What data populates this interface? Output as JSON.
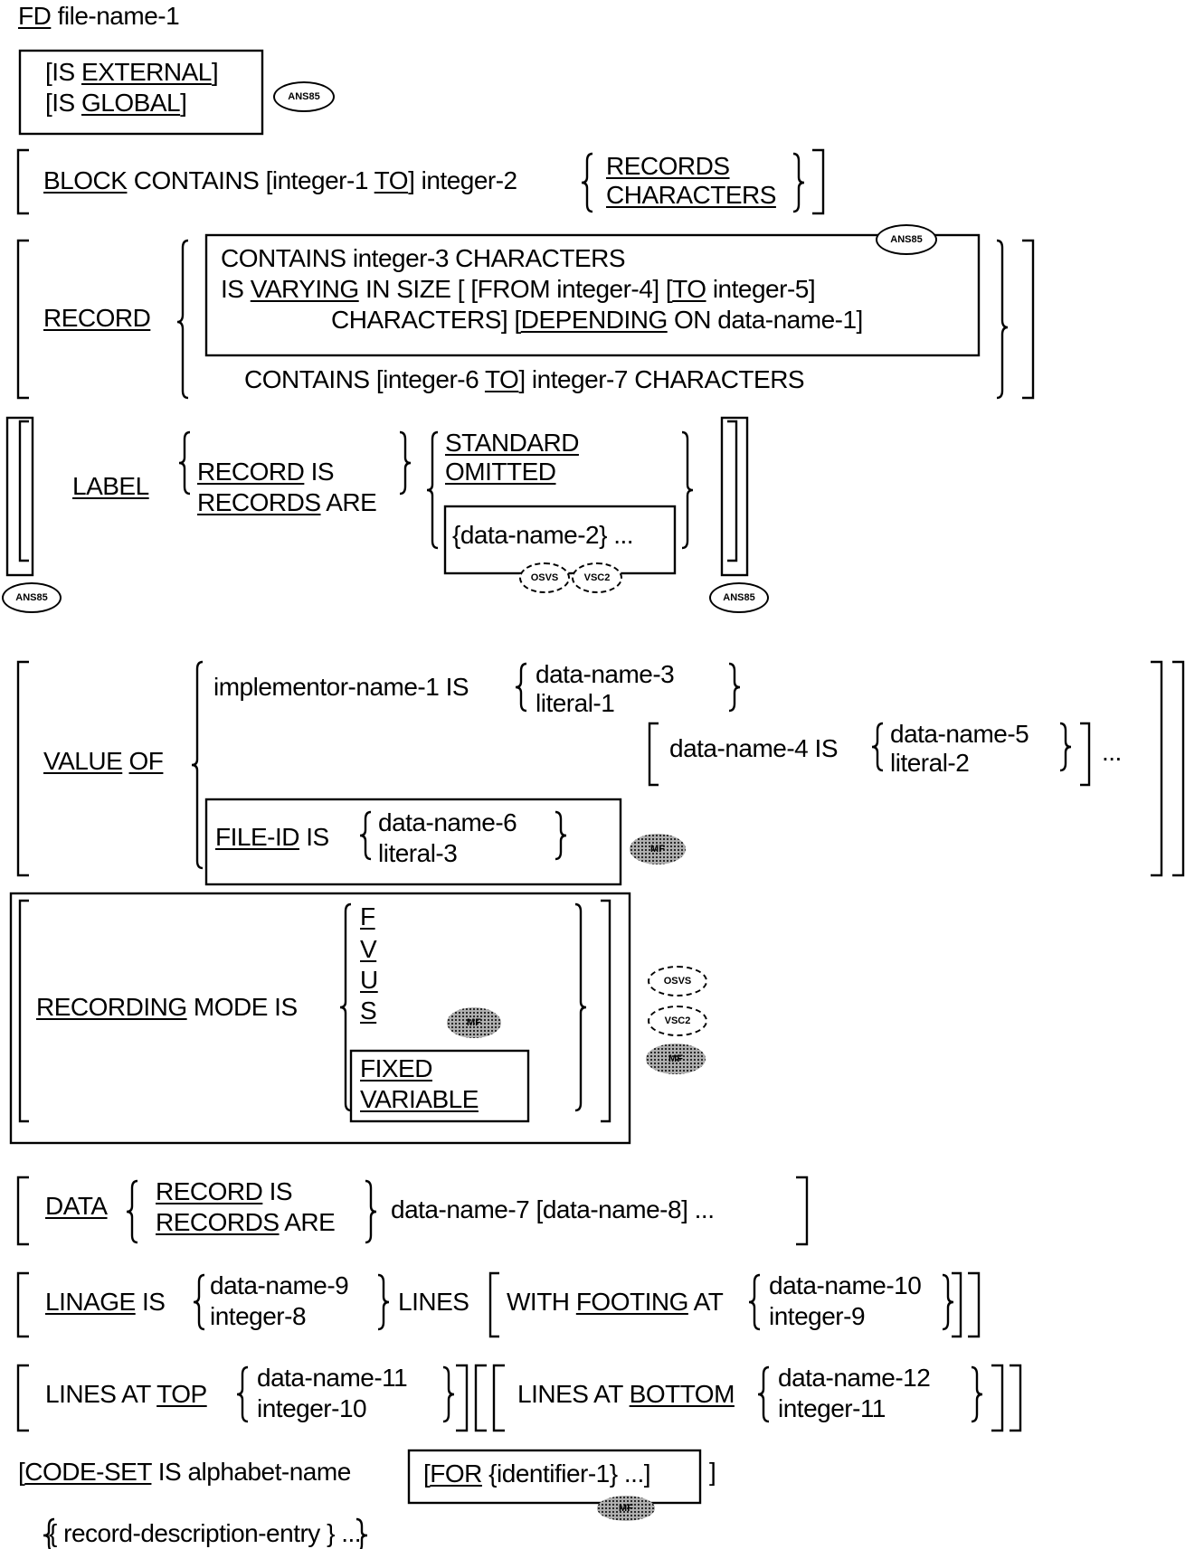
{
  "fd": {
    "kw": "FD",
    "name": "file-name-1"
  },
  "external": {
    "kw": "EXTERNAL",
    "open": "[IS ",
    "close": "]"
  },
  "global": {
    "kw": "GLOBAL",
    "open": "[IS ",
    "close": "]"
  },
  "block": {
    "kw": "BLOCK",
    "contains": "CONTAINS [integer-1 ",
    "to": "TO",
    "rest": "] integer-2",
    "records": "RECORDS",
    "characters": "CHARACTERS"
  },
  "record": {
    "kw": "RECORD",
    "line1": "CONTAINS integer-3 CHARACTERS",
    "line2a": "IS ",
    "varying": "VARYING",
    "line2b": " IN SIZE [ [FROM integer-4] [",
    "to": "TO",
    "line2c": " integer-5]",
    "line3a": "CHARACTERS] [",
    "depending": "DEPENDING",
    "line3b": " ON data-name-1]",
    "line4a": "CONTAINS [integer-6 ",
    "line4b": "] integer-7 CHARACTERS"
  },
  "label": {
    "kw": "LABEL",
    "record_is_kw": "RECORD",
    "is": " IS",
    "records_are_kw": "RECORDS",
    "are": " ARE",
    "standard": "STANDARD",
    "omitted": "OMITTED",
    "data_name_2": "{data-name-2} ..."
  },
  "value_of": {
    "value": "VALUE",
    "of": "OF",
    "impl": "implementor-name-1 IS",
    "dn3": "data-name-3",
    "lit1": "literal-1",
    "dn4": "data-name-4 IS",
    "dn5": "data-name-5",
    "lit2": "literal-2",
    "ellipsis": "...",
    "fileid": "FILE-ID",
    "fileid_is": " IS",
    "dn6": "data-name-6",
    "lit3": "literal-3"
  },
  "recording": {
    "kw": "RECORDING",
    "rest": " MODE IS",
    "f": "F",
    "v": "V",
    "u": "U",
    "s": "S",
    "fixed": "FIXED",
    "variable": "VARIABLE"
  },
  "data": {
    "kw": "DATA",
    "record": "RECORD",
    "is": " IS",
    "records": "RECORDS",
    "are": " ARE",
    "rest": "data-name-7 [data-name-8]  ..."
  },
  "linage": {
    "kw": "LINAGE",
    "is": " IS",
    "dn9": "data-name-9",
    "int8": "integer-8",
    "lines": "LINES",
    "with": "WITH ",
    "footing": "FOOTING",
    "at": " AT",
    "dn10": "data-name-10",
    "int9": "integer-9"
  },
  "lines_at": {
    "top_pre": "LINES AT ",
    "top": "TOP",
    "dn11": "data-name-11",
    "int10": "integer-10",
    "bottom_pre": "LINES AT ",
    "bottom": "BOTTOM",
    "dn12": "data-name-12",
    "int11": "integer-11"
  },
  "codeset": {
    "open": "[",
    "kw": "CODE-SET",
    "rest": " IS alphabet-name",
    "for_open": "[",
    "for": "FOR",
    "for_rest": " {identifier-1}  ...]",
    "close": "]"
  },
  "record_entry": "{ record-description-entry }  ...",
  "badges": {
    "ans85": "ANS85",
    "osvs": "OSVS",
    "vsc2": "VSC2",
    "mf": "MF"
  }
}
